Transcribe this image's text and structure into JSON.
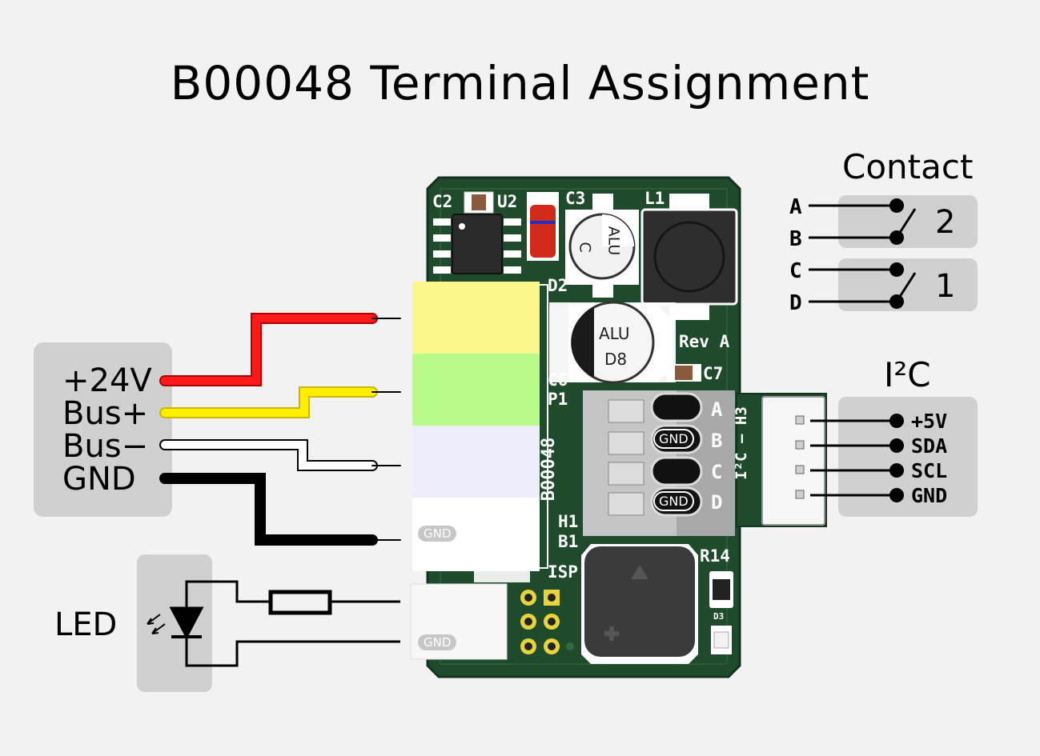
{
  "title": "B00048 Terminal Assignment",
  "power_terminal": {
    "labels": [
      "+24V",
      "Bus+",
      "Bus−",
      "GND"
    ],
    "wire_colors": [
      "#ff1a1a",
      "#ffee00",
      "#ffffff",
      "#000000"
    ],
    "block_colors": [
      "#fbf68a",
      "#b9fb8a",
      "#eeeefb",
      "#ffffff"
    ],
    "gnd_badge": "GND"
  },
  "led": {
    "label": "LED",
    "gnd_badge": "GND"
  },
  "contact": {
    "title": "Contact",
    "pins": [
      "A",
      "B",
      "C",
      "D"
    ],
    "numbers": [
      "2",
      "1"
    ]
  },
  "i2c": {
    "title": "I²C",
    "pins": [
      "+5V",
      "SDA",
      "SCL",
      "GND"
    ]
  },
  "pcb": {
    "silkscreen": [
      "C2",
      "U2",
      "C3",
      "L1",
      "D2",
      "Rev A",
      "C7",
      "C6",
      "P1",
      "B00048",
      "H1",
      "B1",
      "ISP",
      "R14",
      "D3",
      "I²C — H3"
    ],
    "cap_labels": [
      "ALU",
      "C",
      "ALU",
      "D8"
    ],
    "header_pins": [
      "A",
      "B",
      "C",
      "D"
    ],
    "header_badges": [
      "GND",
      "GND"
    ],
    "board_color": "#1f4a2c"
  }
}
